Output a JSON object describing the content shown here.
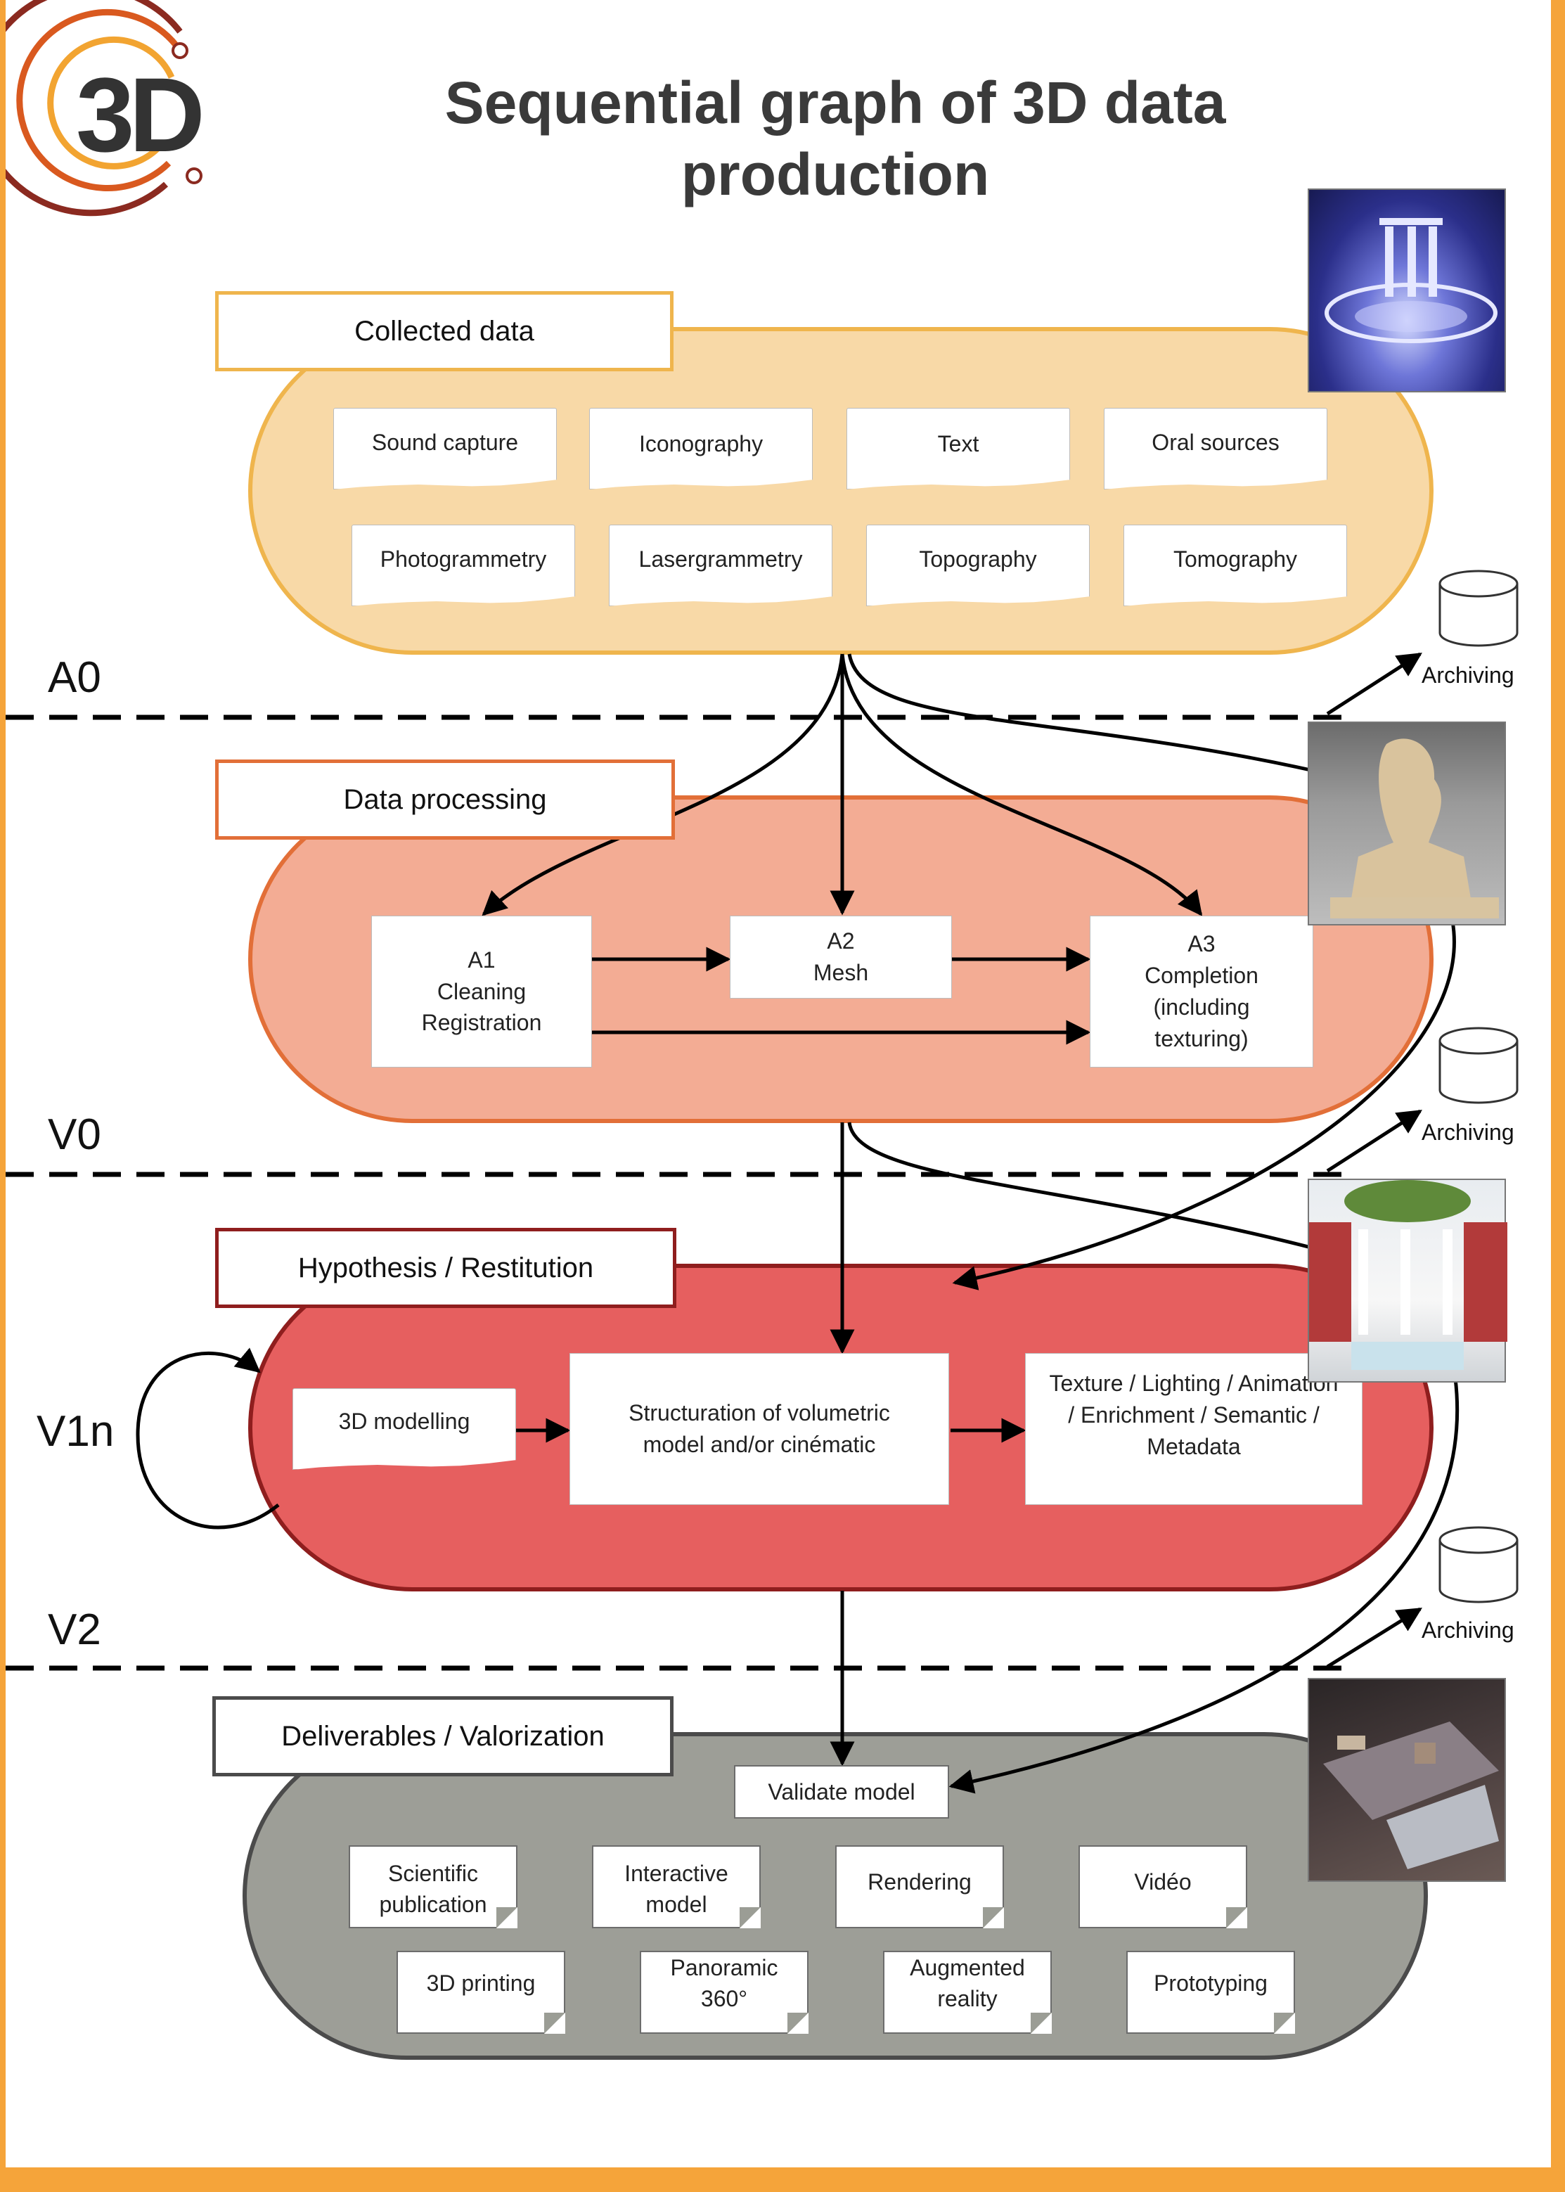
{
  "title": "Sequential graph of 3D data production",
  "logo": {
    "text": "3D"
  },
  "levels": {
    "a0": "A0",
    "v0": "V0",
    "v1n": "V1n",
    "v2": "V2"
  },
  "archiving_label": "Archiving",
  "collected": {
    "label": "Collected data",
    "items_row1": [
      "Sound capture",
      "Iconography",
      "Text",
      "Oral sources"
    ],
    "items_row2": [
      "Photogrammetry",
      "Lasergrammetry",
      "Topography",
      "Tomography"
    ]
  },
  "processing": {
    "label": "Data processing",
    "a1": [
      "A1",
      "Cleaning",
      "Registration"
    ],
    "a2": [
      "A2",
      "Mesh"
    ],
    "a3": [
      "A3",
      "Completion",
      "(including",
      "texturing)"
    ]
  },
  "hypothesis": {
    "label": "Hypothesis / Restitution",
    "modelling": "3D modelling",
    "structuration": [
      "Structuration of volumetric",
      "model and/or cinématic"
    ],
    "texture": [
      "Texture / Lighting / Animation",
      "/ Enrichment / Semantic /",
      "Metadata"
    ]
  },
  "deliverables": {
    "label": "Deliverables / Valorization",
    "validate": "Validate model",
    "row1": [
      [
        "Scientific",
        "publication"
      ],
      [
        "Interactive",
        "model"
      ],
      [
        "Rendering"
      ],
      [
        "Vidéo"
      ]
    ],
    "row2": [
      [
        "3D printing"
      ],
      [
        "Panoramic",
        "360°"
      ],
      [
        "Augmented",
        "reality"
      ],
      [
        "Prototyping"
      ]
    ]
  },
  "colors": {
    "border_orange": "#f5a43a",
    "collected_fill": "#f8d9a7",
    "collected_stroke": "#efb54d",
    "processing_fill": "#f3ac94",
    "processing_stroke": "#e26f38",
    "hypothesis_fill": "#e65f5f",
    "hypothesis_stroke": "#8f1e1e",
    "deliverables_fill": "#9d9e97",
    "deliverables_stroke": "#4b4b4b"
  },
  "icons": [
    "logo-3d",
    "archive-cylinder",
    "photo-temple",
    "photo-bust",
    "photo-courtyard",
    "photo-table"
  ]
}
